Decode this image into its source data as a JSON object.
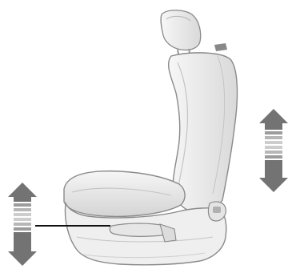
{
  "illustration": {
    "subject": "car-seat-height-adjustment",
    "arrows": [
      {
        "name": "seat-height-arrow",
        "direction": "up-down"
      },
      {
        "name": "seat-back-arrow",
        "direction": "up-down"
      }
    ],
    "callout": "seat-height-adjuster-lever"
  },
  "colors": {
    "background": "#ffffff",
    "seat_fill": "#f2f2f2",
    "seat_shade": "#dadada",
    "outline": "#8a8a8a",
    "arrow": "#737373",
    "arrow_stripe": "#bfbfbf",
    "callout_line": "#111111"
  }
}
